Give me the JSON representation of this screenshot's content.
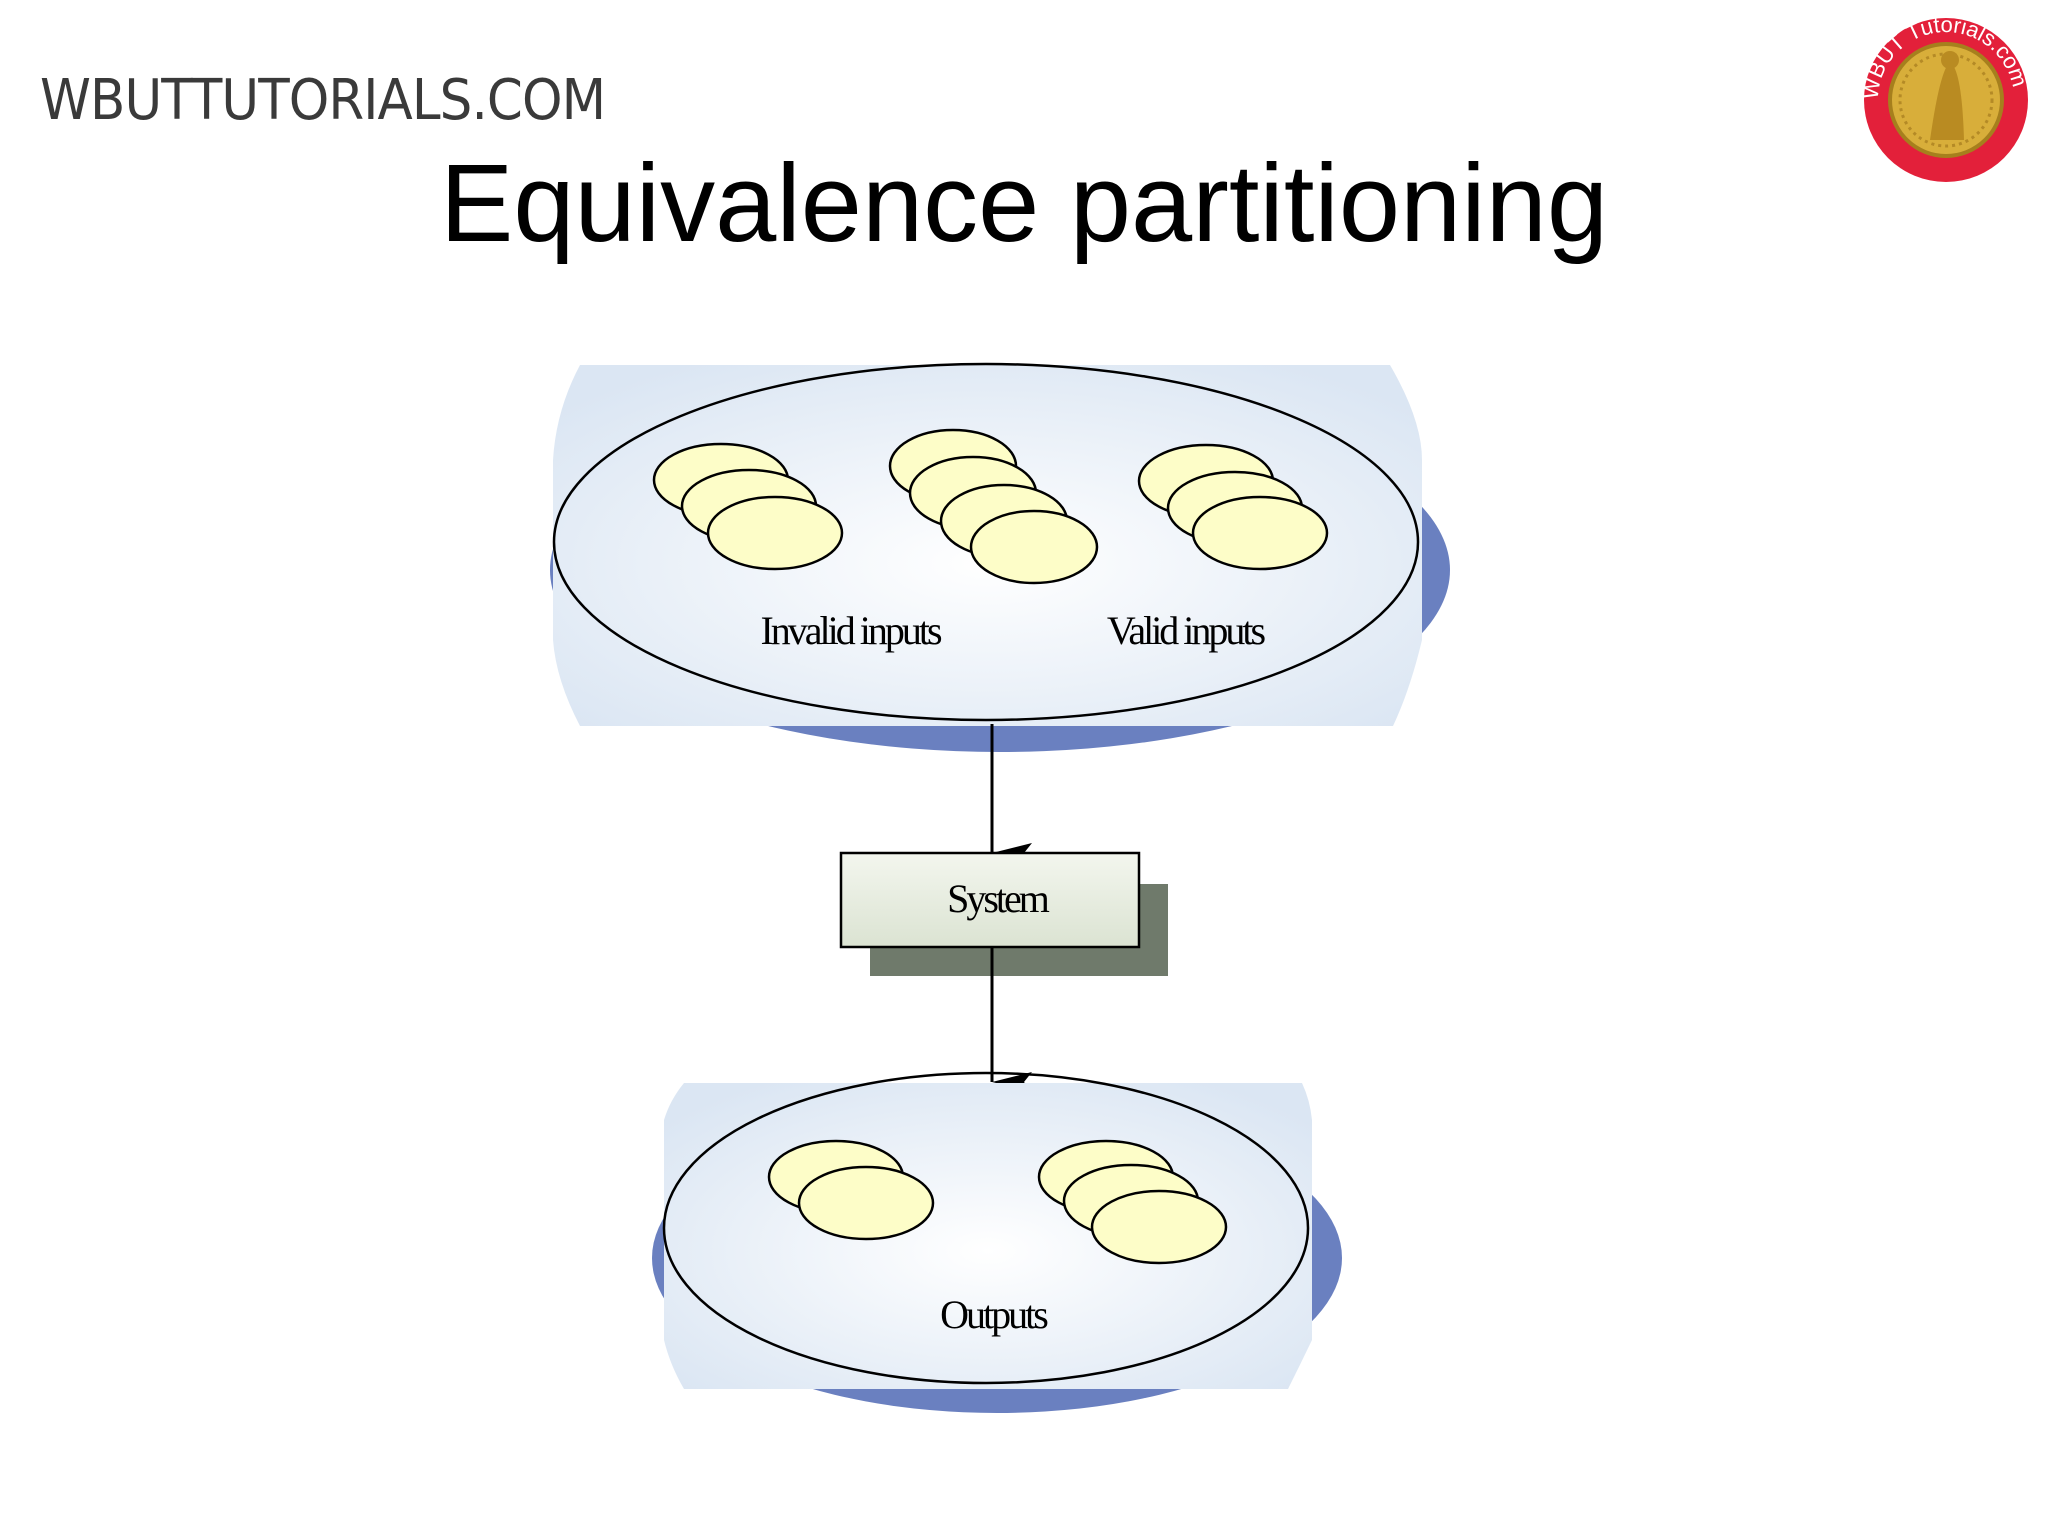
{
  "header": {
    "brand": "WBUTTUTORIALS.COM",
    "title": "Equivalence partitioning",
    "logo": {
      "text": "WBUT Tutorials.com",
      "icon": "coin-seal-logo"
    }
  },
  "diagram": {
    "inputs": {
      "invalid_label": "Invalid inputs",
      "valid_label": "Valid inputs"
    },
    "system_label": "System",
    "outputs_label": "Outputs"
  },
  "colors": {
    "panel_fill": "#dde8f5",
    "shadow_blue": "#6a80c0",
    "partition_fill": "#fdfdc8",
    "system_fill": "#e4ebdc",
    "system_shadow": "#6f7a6b",
    "logo_red": "#e3203a",
    "logo_gold": "#d8ae3a"
  }
}
